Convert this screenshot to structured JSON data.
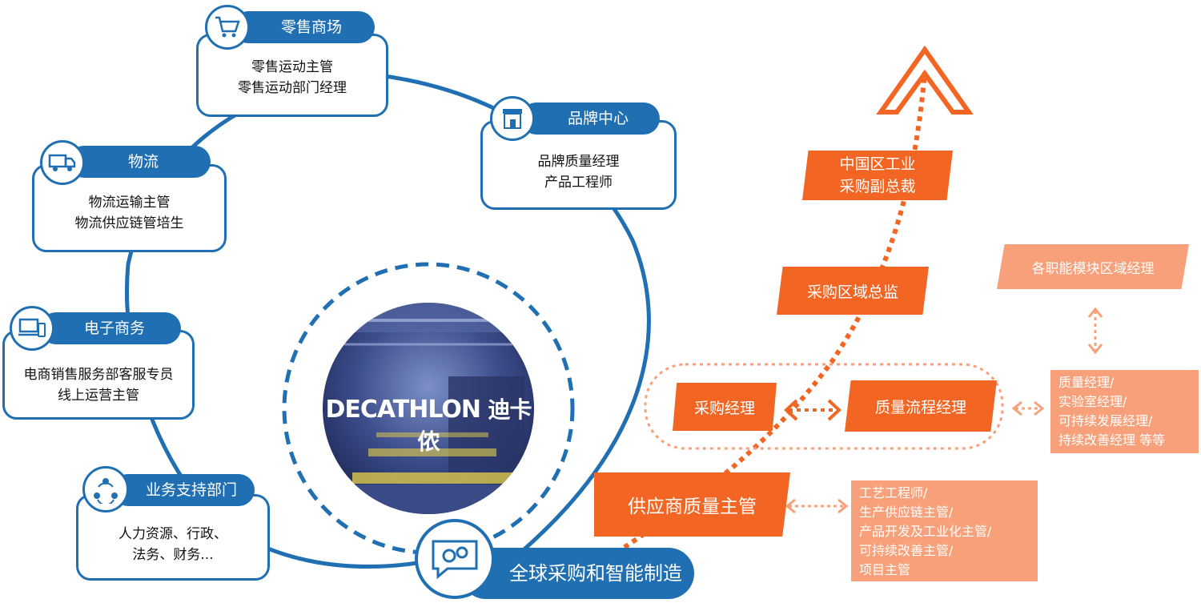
{
  "departments": {
    "retail": {
      "title": "零售商场",
      "lines": [
        "零售运动主管",
        "零售运动部门经理"
      ],
      "icon": "cart-icon"
    },
    "brand": {
      "title": "品牌中心",
      "lines": [
        "品牌质量经理",
        "产品工程师"
      ],
      "icon": "store-icon"
    },
    "logistics": {
      "title": "物流",
      "lines": [
        "物流运输主管",
        "物流供应链管培生"
      ],
      "icon": "truck-icon"
    },
    "ecommerce": {
      "title": "电子商务",
      "lines": [
        "电商销售服务部客服专员",
        "线上运营主管"
      ],
      "icon": "devices-icon"
    },
    "support": {
      "title": "业务支持部门",
      "lines": [
        "人力资源、行政、",
        "法务、财务..."
      ],
      "icon": "team-icon"
    }
  },
  "center": {
    "brand": "DECATHLON",
    "brand_cn": "迪卡侬"
  },
  "global": {
    "title": "全球采购和智能制造",
    "icon": "gear-chat-icon"
  },
  "career": {
    "vp": [
      "中国区工业",
      "采购副总裁"
    ],
    "director": "采购区域总监",
    "regional_manager": "各职能模块区域经理",
    "purchasing_manager": "采购经理",
    "quality_process_manager": "质量流程经理",
    "supplier_quality_supervisor": "供应商质量主管",
    "manager_list": [
      "质量经理/",
      "实验室经理/",
      "可持续发展经理/",
      "持续改善经理 等等"
    ],
    "supervisor_list": [
      "工艺工程师/",
      "生产供应链主管/",
      "产品开发及工业化主管/",
      "可持续改善主管/",
      "项目主管"
    ]
  },
  "colors": {
    "blue": "#1f6fb2",
    "orange": "#f26522",
    "light_orange": "#f7a07a"
  }
}
